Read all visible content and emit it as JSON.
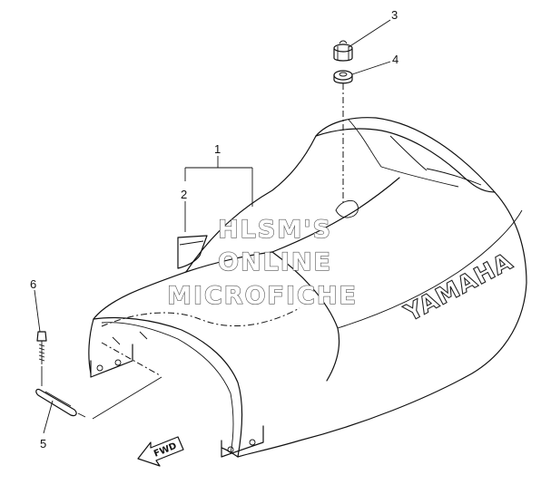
{
  "callouts": {
    "c1": "1",
    "c2": "2",
    "c3": "3",
    "c4": "4",
    "c5": "5",
    "c6": "6"
  },
  "watermark": {
    "line1": "HLSM'S",
    "line2": "ONLINE",
    "line3": "MICROFICHE"
  },
  "seat_brand": "YAMAHA",
  "direction_arrow": "FWD"
}
